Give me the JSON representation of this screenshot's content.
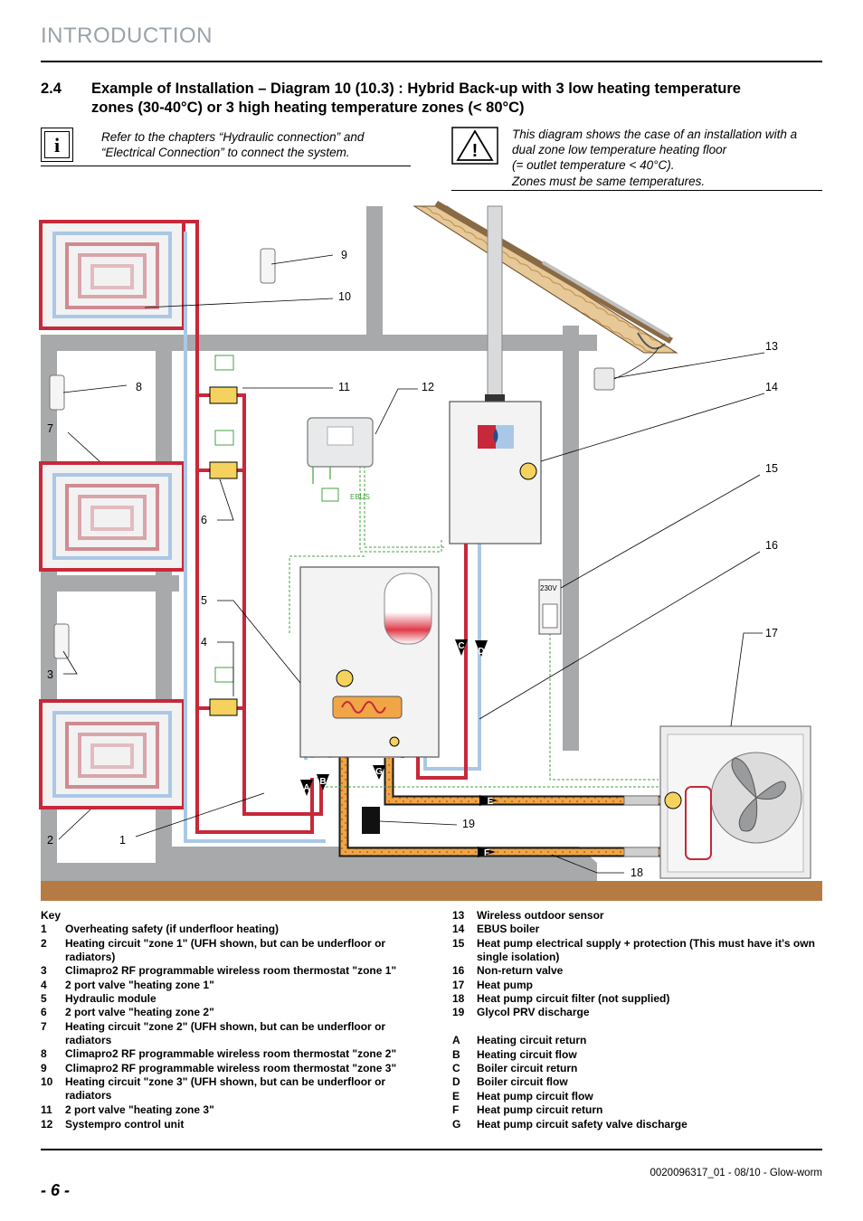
{
  "header": {
    "section": "INTRODUCTION"
  },
  "heading": {
    "number": "2.4",
    "line1": "Example of Installation – Diagram 10 (10.3) : Hybrid Back-up with 3 low heating temperature",
    "line2": "zones (30-40°C) or 3 high heating temperature zones (< 80°C)"
  },
  "info_note": {
    "line1": "Refer to the chapters “Hydraulic connection” and",
    "line2": "“Electrical Connection” to connect the system."
  },
  "warning_note": {
    "line1": "This diagram shows the case of an installation with a",
    "line2": "dual zone low temperature heating floor",
    "line3": "(= outlet temperature < 40°C).",
    "line4": "Zones must be same temperatures."
  },
  "diagram": {
    "callouts": [
      "1",
      "2",
      "3",
      "4",
      "5",
      "6",
      "7",
      "8",
      "9",
      "10",
      "11",
      "12",
      "13",
      "14",
      "15",
      "16",
      "17",
      "18",
      "19"
    ],
    "letters": [
      "A",
      "B",
      "C",
      "D",
      "E",
      "F",
      "G"
    ],
    "ebus_label": "EBUS",
    "supply_label": "230V"
  },
  "key": {
    "title": "Key",
    "left": [
      {
        "k": "1",
        "v": "Overheating safety (if underfloor heating)"
      },
      {
        "k": "2",
        "v": "Heating circuit \"zone 1\" (UFH shown, but can be underfloor or radiators)"
      },
      {
        "k": "3",
        "v": "Climapro2 RF programmable wireless room thermostat \"zone 1\""
      },
      {
        "k": "4",
        "v": "2 port valve \"heating zone 1\""
      },
      {
        "k": "5",
        "v": "Hydraulic module"
      },
      {
        "k": "6",
        "v": "2 port valve \"heating zone 2\""
      },
      {
        "k": "7",
        "v": "Heating circuit \"zone 2\" (UFH shown, but can be underfloor or radiators"
      },
      {
        "k": "8",
        "v": "Climapro2 RF programmable wireless room thermostat \"zone 2\""
      },
      {
        "k": "9",
        "v": "Climapro2 RF programmable wireless room thermostat \"zone 3\""
      },
      {
        "k": "10",
        "v": "Heating circuit \"zone 3\" (UFH shown, but can be underfloor or radiators"
      },
      {
        "k": "11",
        "v": "2 port valve \"heating zone 3\""
      },
      {
        "k": "12",
        "v": "Systempro control unit"
      }
    ],
    "right": [
      {
        "k": "13",
        "v": "Wireless outdoor sensor"
      },
      {
        "k": "14",
        "v": "EBUS boiler"
      },
      {
        "k": "15",
        "v": "Heat pump electrical supply + protection (This must have it's own single isolation)"
      },
      {
        "k": "16",
        "v": "Non-return valve"
      },
      {
        "k": "17",
        "v": "Heat pump"
      },
      {
        "k": "18",
        "v": "Heat pump circuit filter (not supplied)"
      },
      {
        "k": "19",
        "v": "Glycol PRV discharge"
      }
    ],
    "letters": [
      {
        "k": "A",
        "v": "Heating circuit return"
      },
      {
        "k": "B",
        "v": "Heating circuit flow"
      },
      {
        "k": "C",
        "v": "Boiler circuit return"
      },
      {
        "k": "D",
        "v": "Boiler circuit flow"
      },
      {
        "k": "E",
        "v": "Heat pump circuit flow"
      },
      {
        "k": "F",
        "v": "Heat pump circuit return"
      },
      {
        "k": "G",
        "v": "Heat pump circuit safety valve discharge"
      }
    ]
  },
  "footer": {
    "page": "- 6 -",
    "doc": "0020096317_01 - 08/10 - Glow-worm"
  }
}
